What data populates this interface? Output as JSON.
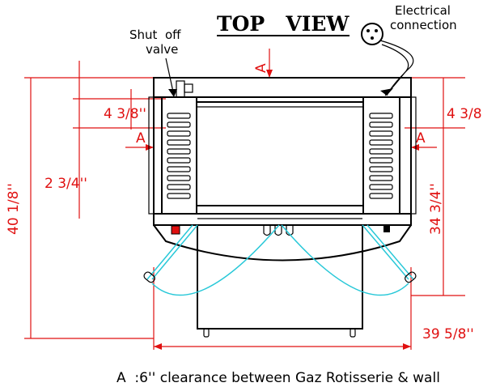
{
  "title": "TOP   VIEW",
  "labels": {
    "shut_off_valve": [
      "Shut  off",
      "valve"
    ],
    "electrical_connection": [
      "Electrical",
      "connection"
    ],
    "clearance_marker": "A",
    "footnote": "A  :6'' clearance between Gaz Rotisserie & wall"
  },
  "dimensions": {
    "depth_total": "40 1/8''",
    "rear_offset_left": "4 3/8''",
    "rear_offset_right": "4 3/8''",
    "side_offset": "2 3/4''",
    "body_depth": "34 3/4''",
    "width_total": "39 5/8''"
  },
  "colors": {
    "dimension": "#e01010",
    "door_swing": "#28c8d8",
    "outline": "#000000"
  }
}
